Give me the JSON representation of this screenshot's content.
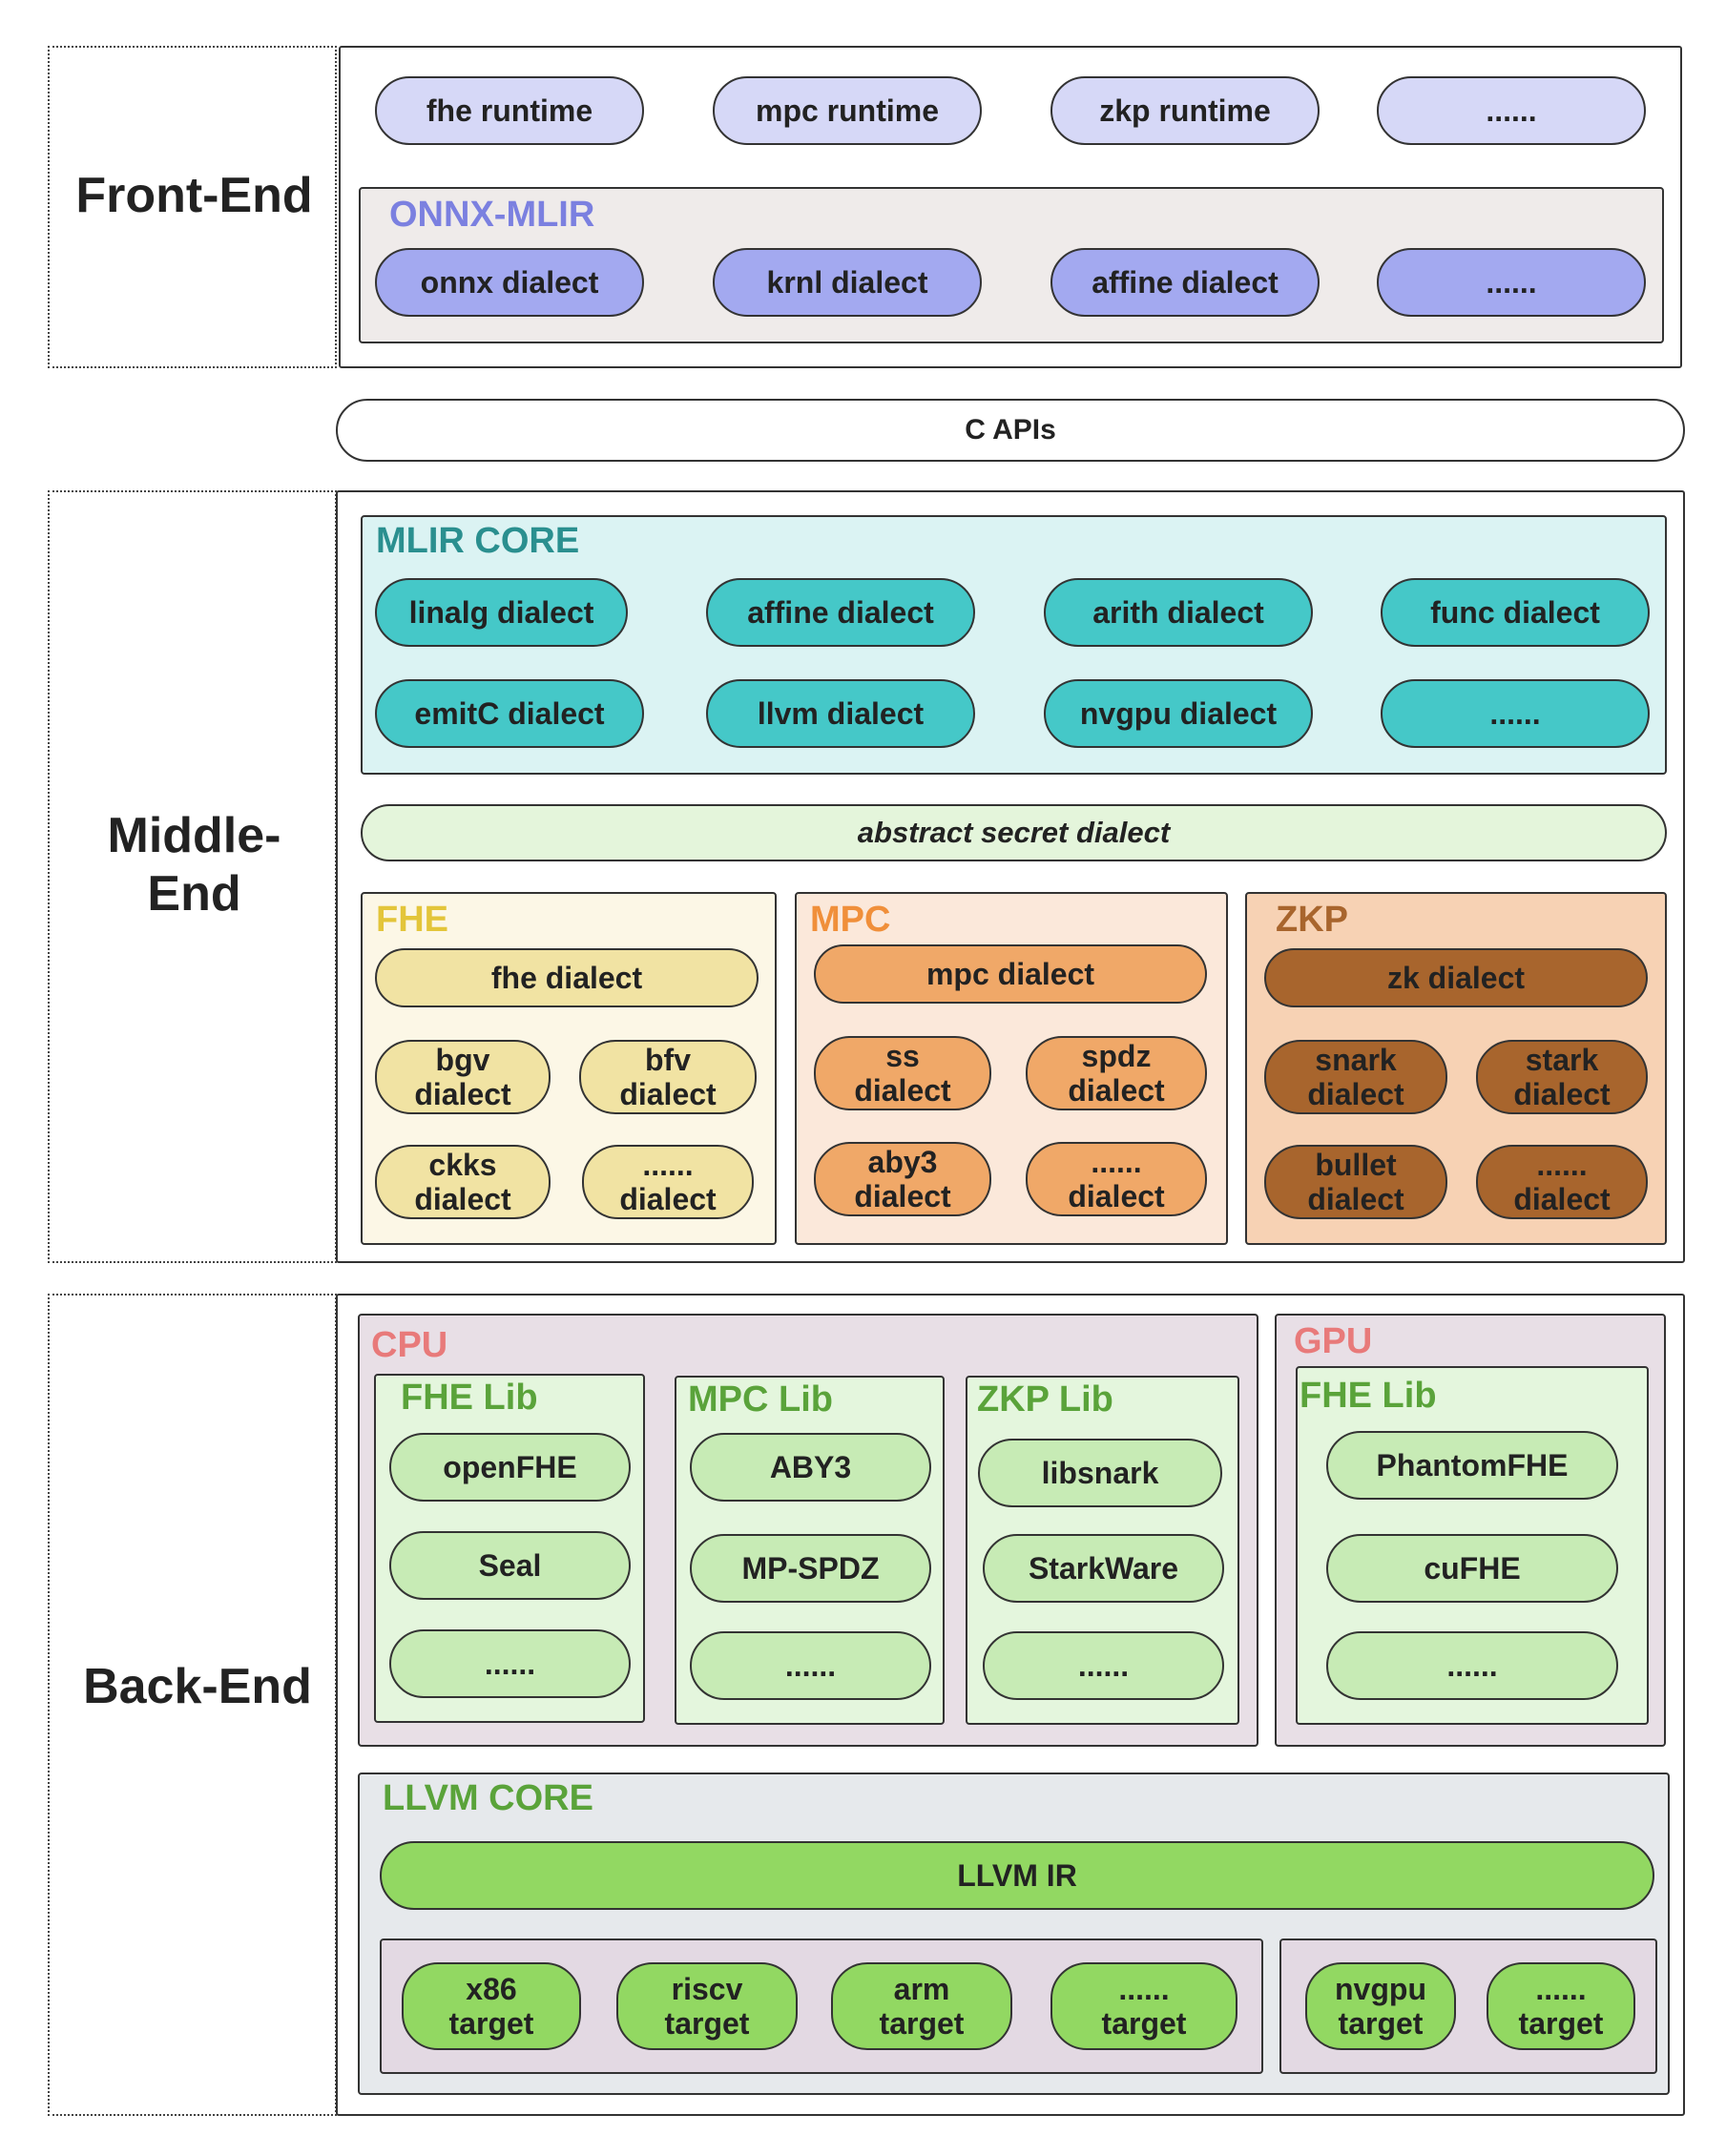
{
  "sections": {
    "front": "Front-End",
    "middle": "Middle-\nEnd",
    "back": "Back-End"
  },
  "front_end": {
    "runtimes": [
      "fhe runtime",
      "mpc runtime",
      "zkp runtime",
      "......"
    ],
    "onnx_title": "ONNX-MLIR",
    "onnx_dialects": [
      "onnx dialect",
      "krnl dialect",
      "affine dialect",
      "......"
    ]
  },
  "c_apis": "C APIs",
  "middle_end": {
    "mlir_core_title": "MLIR CORE",
    "mlir_row1": [
      "linalg dialect",
      "affine dialect",
      "arith dialect",
      "func dialect"
    ],
    "mlir_row2": [
      "emitC dialect",
      "llvm dialect",
      "nvgpu dialect",
      "......"
    ],
    "abstract": "abstract secret dialect",
    "fhe": {
      "title": "FHE",
      "main": "fhe dialect",
      "items": [
        "bgv\ndialect",
        "bfv\ndialect",
        "ckks\ndialect",
        "......\ndialect"
      ]
    },
    "mpc": {
      "title": "MPC",
      "main": "mpc dialect",
      "items": [
        "ss\ndialect",
        "spdz\ndialect",
        "aby3\ndialect",
        "......\ndialect"
      ]
    },
    "zkp": {
      "title": "ZKP",
      "main": "zk dialect",
      "items": [
        "snark\ndialect",
        "stark\ndialect",
        "bullet\ndialect",
        "......\ndialect"
      ]
    }
  },
  "back_end": {
    "cpu_title": "CPU",
    "gpu_title": "GPU",
    "cpu_fhe": {
      "title": "FHE Lib",
      "items": [
        "openFHE",
        "Seal",
        "......"
      ]
    },
    "cpu_mpc": {
      "title": "MPC Lib",
      "items": [
        "ABY3",
        "MP-SPDZ",
        "......"
      ]
    },
    "cpu_zkp": {
      "title": "ZKP Lib",
      "items": [
        "libsnark",
        "StarkWare",
        "......"
      ]
    },
    "gpu_fhe": {
      "title": "FHE Lib",
      "items": [
        "PhantomFHE",
        "cuFHE",
        "......"
      ]
    },
    "llvm_core_title": "LLVM CORE",
    "llvm_ir": "LLVM IR",
    "cpu_targets": [
      "x86\ntarget",
      "riscv\ntarget",
      "arm\ntarget",
      "......\ntarget"
    ],
    "gpu_targets": [
      "nvgpu\ntarget",
      "......\ntarget"
    ]
  },
  "colors": {
    "runtime_pill": "#d6d8f7",
    "onnx_pill": "#a3a9f0",
    "onnx_title": "#7b80e0",
    "onnx_bg": "#efebea",
    "mlir_bg": "#dbf3f3",
    "mlir_pill": "#45c8c8",
    "mlir_title": "#2a8f8f",
    "abstract_bg": "#e4f5db",
    "fhe_bg": "#fcf7e6",
    "fhe_pill": "#f1e3a3",
    "fhe_title": "#e3c53a",
    "mpc_bg": "#fbe8da",
    "mpc_pill": "#f0a868",
    "mpc_title": "#f08f3a",
    "zkp_bg": "#f7d2b4",
    "zkp_pill": "#a8652d",
    "zkp_title": "#a8652d",
    "cpu_bg": "#e8dfe6",
    "cpu_title": "#e87a7a",
    "lib_bg": "#e4f6dd",
    "lib_pill": "#c7ebb5",
    "lib_title": "#5aa33a",
    "llvm_bg": "#e6e9ec",
    "llvm_pill": "#92d862",
    "target_group_bg": "#e3d9e3"
  }
}
